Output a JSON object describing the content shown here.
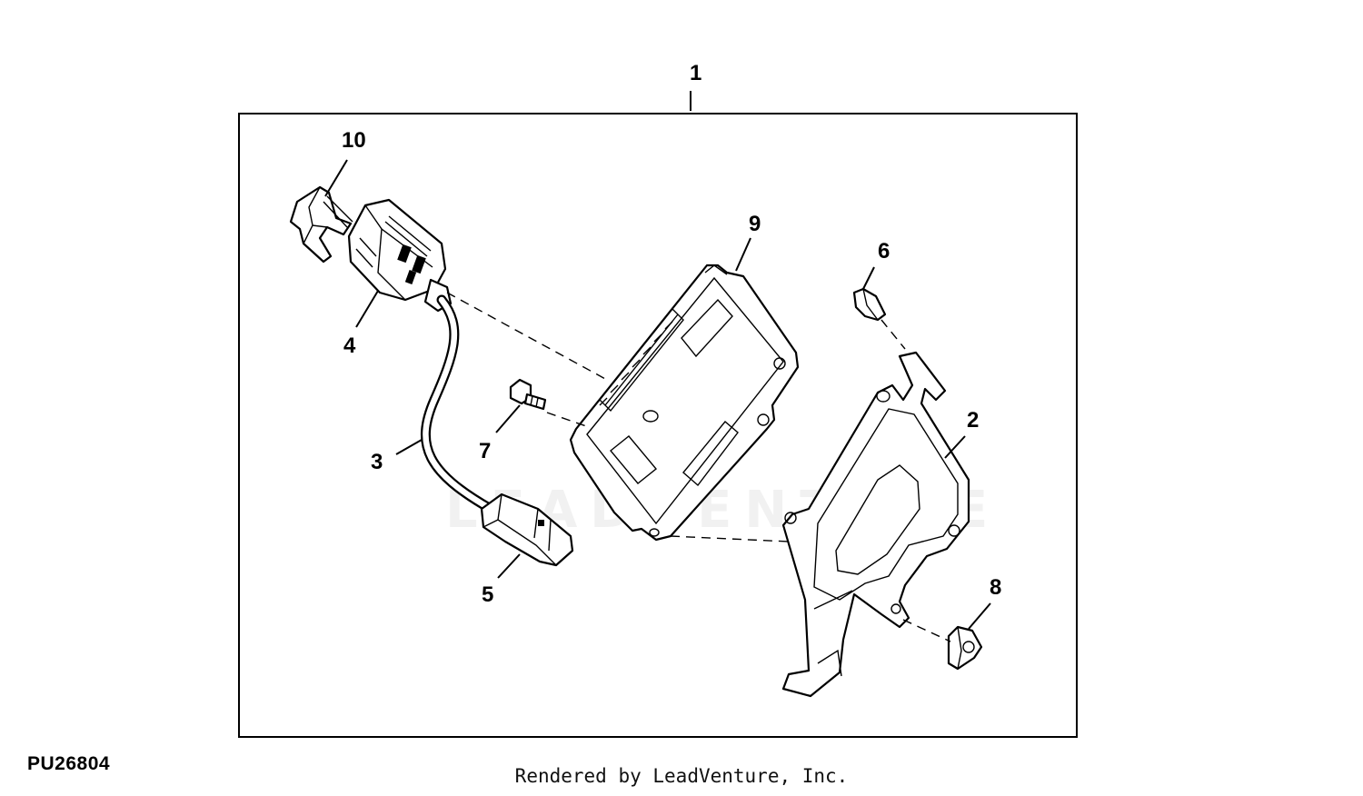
{
  "figure_id": "PU26804",
  "credit": "Rendered by LeadVenture, Inc.",
  "watermark": "LEADVENTURE",
  "callouts": {
    "c1": "1",
    "c2": "2",
    "c3": "3",
    "c4": "4",
    "c5": "5",
    "c6": "6",
    "c7": "7",
    "c8": "8",
    "c9": "9",
    "c10": "10"
  }
}
